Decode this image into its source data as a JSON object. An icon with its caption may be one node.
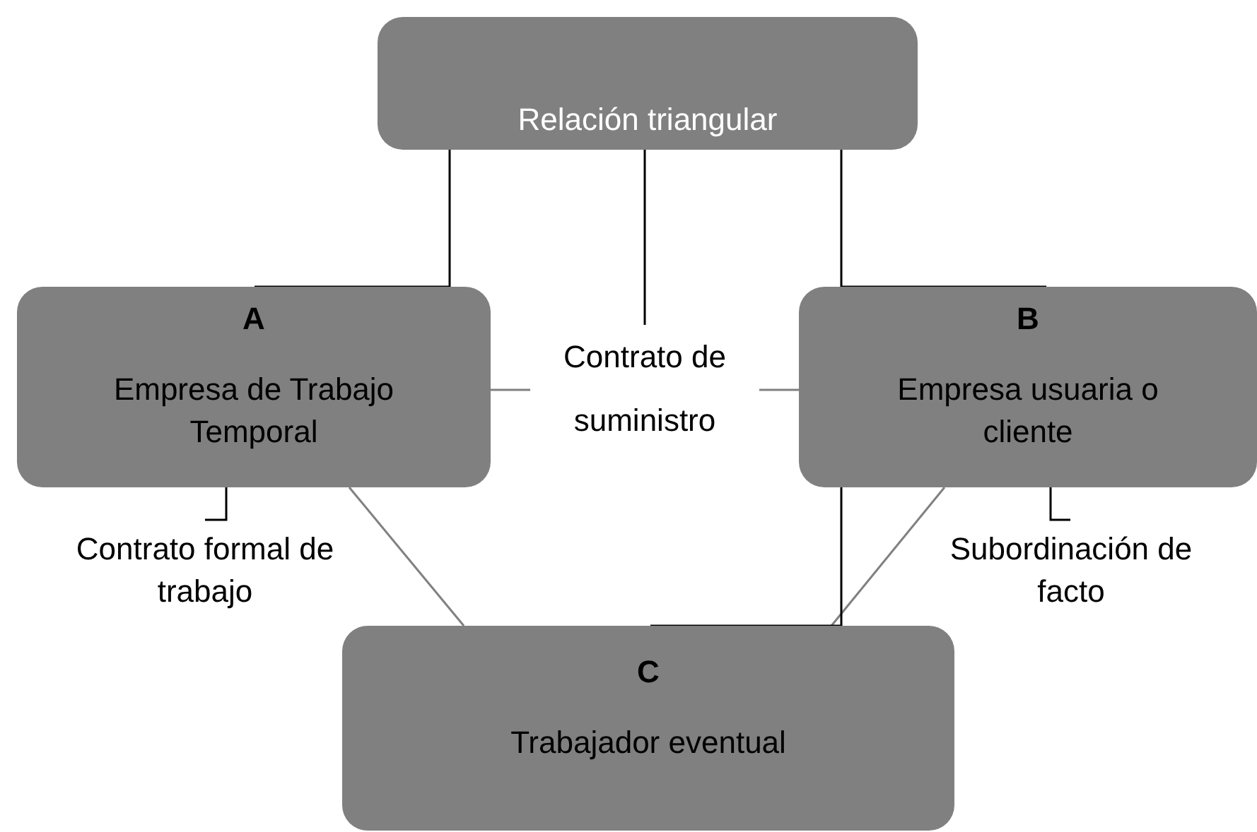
{
  "diagram": {
    "nodes": [
      {
        "text": [
          "Relación triangular"
        ]
      },
      {
        "text": [
          "A",
          "Empresa de Trabajo Temporal"
        ]
      },
      {
        "text": [
          "Contrato de suministro"
        ]
      },
      {
        "text": [
          "B",
          "Empresa usuaria o cliente"
        ]
      },
      {
        "text": [
          "Contrato formal de trabajo"
        ]
      },
      {
        "text": [
          "Subordinación de facto"
        ]
      },
      {
        "text": [
          "C",
          "Trabajador eventual"
        ]
      }
    ],
    "edges": [
      {
        "from": 0,
        "to": 1,
        "arrow": "none"
      },
      {
        "from": 0,
        "to": 2,
        "arrow": "none"
      },
      {
        "from": 0,
        "to": 3,
        "arrow": "none"
      },
      {
        "from": 1,
        "to": 2,
        "arrow": "none",
        "color": "#808080"
      },
      {
        "from": 2,
        "to": 3,
        "arrow": "none",
        "color": "#808080"
      },
      {
        "from": 1,
        "to": 6,
        "arrow": "none",
        "color": "#808080"
      },
      {
        "from": 3,
        "to": 6,
        "arrow": "none",
        "color": "#808080"
      },
      {
        "from": 3,
        "to": 6,
        "arrow": "none"
      },
      {
        "from": 4,
        "to": 1,
        "arrow": "none"
      },
      {
        "from": 5,
        "to": 3,
        "arrow": "none"
      }
    ]
  }
}
